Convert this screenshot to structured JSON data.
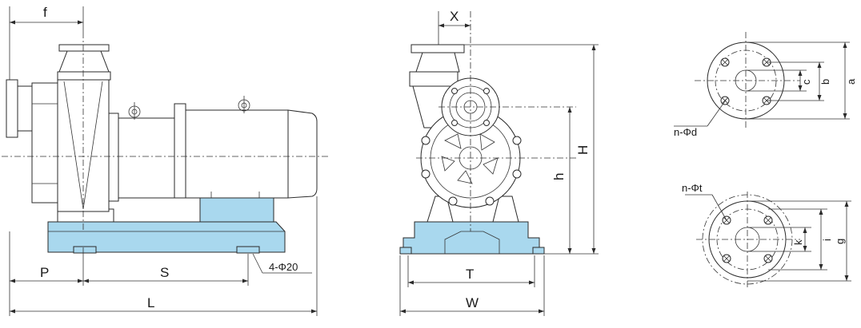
{
  "labels": {
    "f": "f",
    "P": "P",
    "S": "S",
    "L": "L",
    "bolts": "4-Φ20",
    "X": "X",
    "H": "H",
    "h": "h",
    "T": "T",
    "W": "W",
    "nd": "n-Φd",
    "c": "c",
    "b": "b",
    "a": "a",
    "nt": "n-Φt",
    "k": "k",
    "i": "i",
    "g": "g"
  },
  "colors": {
    "base_fill": "#a9d8ee",
    "line": "#2a2a2a"
  }
}
